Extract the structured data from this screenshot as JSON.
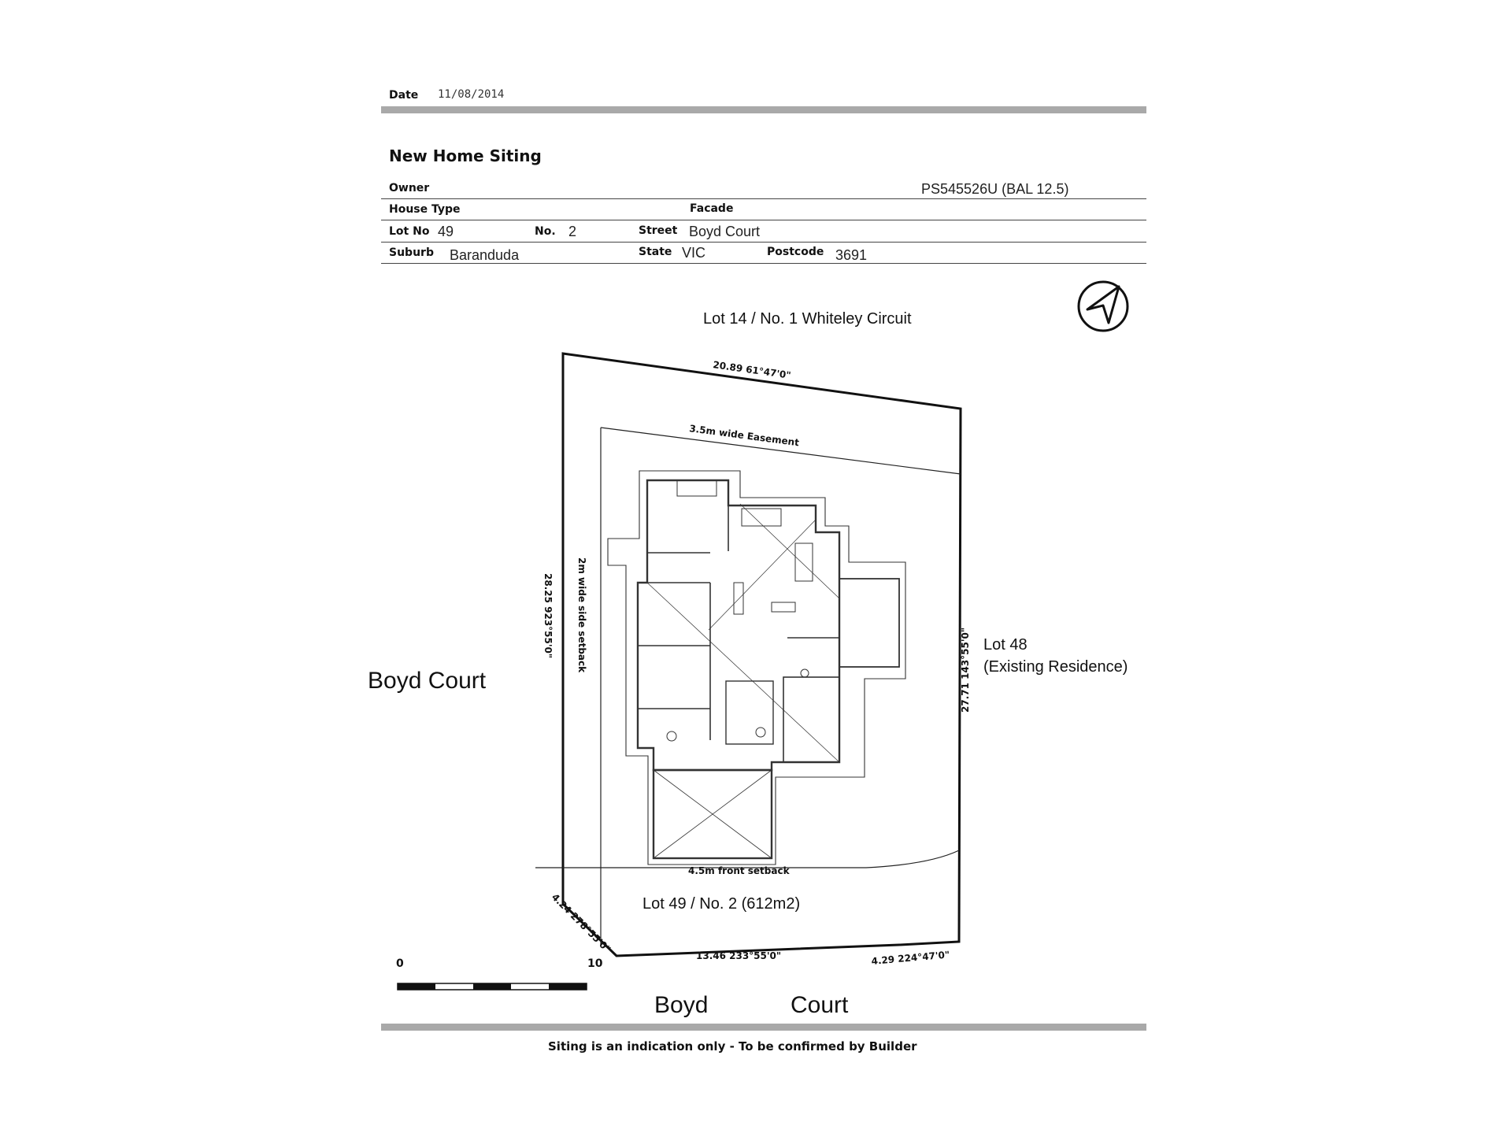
{
  "header": {
    "date_label": "Date",
    "date_value": "11/08/2014",
    "title": "New Home Siting"
  },
  "details": {
    "owner_label": "Owner",
    "plan_ref": "PS545526U (BAL 12.5)",
    "house_type_label": "House Type",
    "facade_label": "Facade",
    "lot_no_label": "Lot No",
    "lot_no_value": "49",
    "no_label": "No.",
    "no_value": "2",
    "street_label": "Street",
    "street_value": "Boyd Court",
    "suburb_label": "Suburb",
    "suburb_value": "Barandudа",
    "state_label": "State",
    "state_value": "VIC",
    "postcode_label": "Postcode",
    "postcode_value": "3691"
  },
  "plan": {
    "north_neighbour": "Lot 14 / No. 1 Whiteley Circuit",
    "east_neighbour_line1": "Lot 48",
    "east_neighbour_line2": "(Existing Residence)",
    "west_street": "Boyd Court",
    "south_street_word1": "Boyd",
    "south_street_word2": "Court",
    "lot_label": "Lot 49 / No. 2 (612m2)",
    "boundary_north": "20.89 61°47'0\"",
    "boundary_west": "28.25 923°55'0\"",
    "boundary_east": "27.71 143°55'0\"",
    "boundary_south": "13.46 233°55'0\"",
    "boundary_sw": "4.24 278°55'0\"",
    "boundary_se": "4.29 224°47'0\"",
    "easement": "3.5m wide Easement",
    "side_setback": "2m wide side setback",
    "front_setback": "4.5m front setback"
  },
  "scale": {
    "start": "0",
    "end": "10"
  },
  "footer": {
    "note": "Siting is an indication only - To be confirmed by Builder"
  }
}
